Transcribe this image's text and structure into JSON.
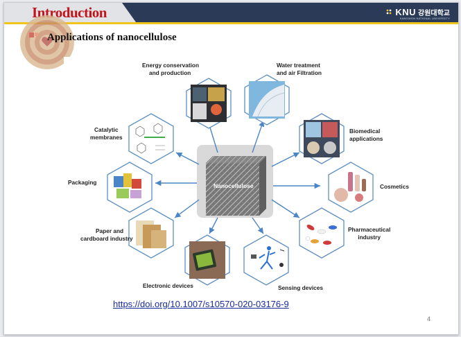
{
  "slide": {
    "title": "Introduction",
    "subtitle": "Applications of nanocellulose",
    "logo": {
      "brand": "KNU",
      "korean": "강원대학교",
      "subline": "KANGWON NATIONAL UNIVERSITY"
    },
    "link": "https://doi.org/10.1007/s10570-020-03176-9",
    "page_number": "4"
  },
  "diagram": {
    "center": "Nanocellulose",
    "applications": [
      "Energy conservation and production",
      "Water treatment and air Filtration",
      "Biomedical applications",
      "Cosmetics",
      "Pharmaceutical industry",
      "Sensing devices",
      "Electronic devices",
      "Paper and cardboard industry",
      "Packaging",
      "Catalytic membranes"
    ],
    "label_lines": {
      "energy": [
        "Energy conservation",
        "and production"
      ],
      "water": [
        "Water treatment",
        "and air Filtration"
      ],
      "biomedical": [
        "Biomedical",
        "applications"
      ],
      "cosmetics": [
        "Cosmetics"
      ],
      "pharma": [
        "Pharmaceutical",
        "industry"
      ],
      "sensing": [
        "Sensing devices"
      ],
      "electronic": [
        "Electronic devices"
      ],
      "paper": [
        "Paper and",
        "cardboard industry"
      ],
      "packaging": [
        "Packaging"
      ],
      "catalytic": [
        "Catalytic",
        "membranes"
      ]
    },
    "colors": {
      "arrow": "#4a86c5",
      "hex_border": "#5d8fbf",
      "title_red": "#c0161b",
      "bar_navy": "#2a3a57",
      "accent_yellow": "#f0c419"
    }
  }
}
